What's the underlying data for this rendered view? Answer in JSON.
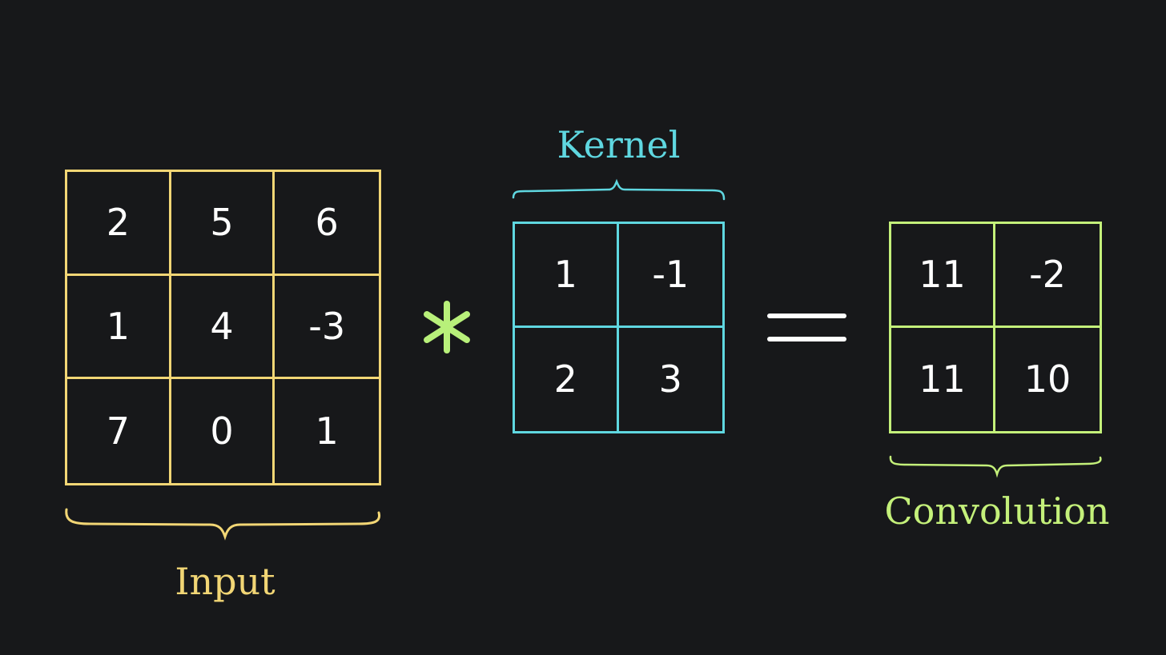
{
  "input": {
    "label": "Input",
    "values": [
      "2",
      "5",
      "6",
      "1",
      "4",
      "-3",
      "7",
      "0",
      "1"
    ],
    "color": "#f2d675"
  },
  "kernel": {
    "label": "Kernel",
    "values": [
      "1",
      "-1",
      "2",
      "3"
    ],
    "color": "#5fd7e0"
  },
  "output": {
    "label": "Convolution",
    "values": [
      "11",
      "-2",
      "11",
      "10"
    ],
    "color": "#c4f07a"
  },
  "operators": {
    "convolve_icon": "asterisk-icon",
    "equals_icon": "equals-icon",
    "asterisk_color": "#b8f07a",
    "equals_color": "#ffffff"
  },
  "background": "#17181a"
}
